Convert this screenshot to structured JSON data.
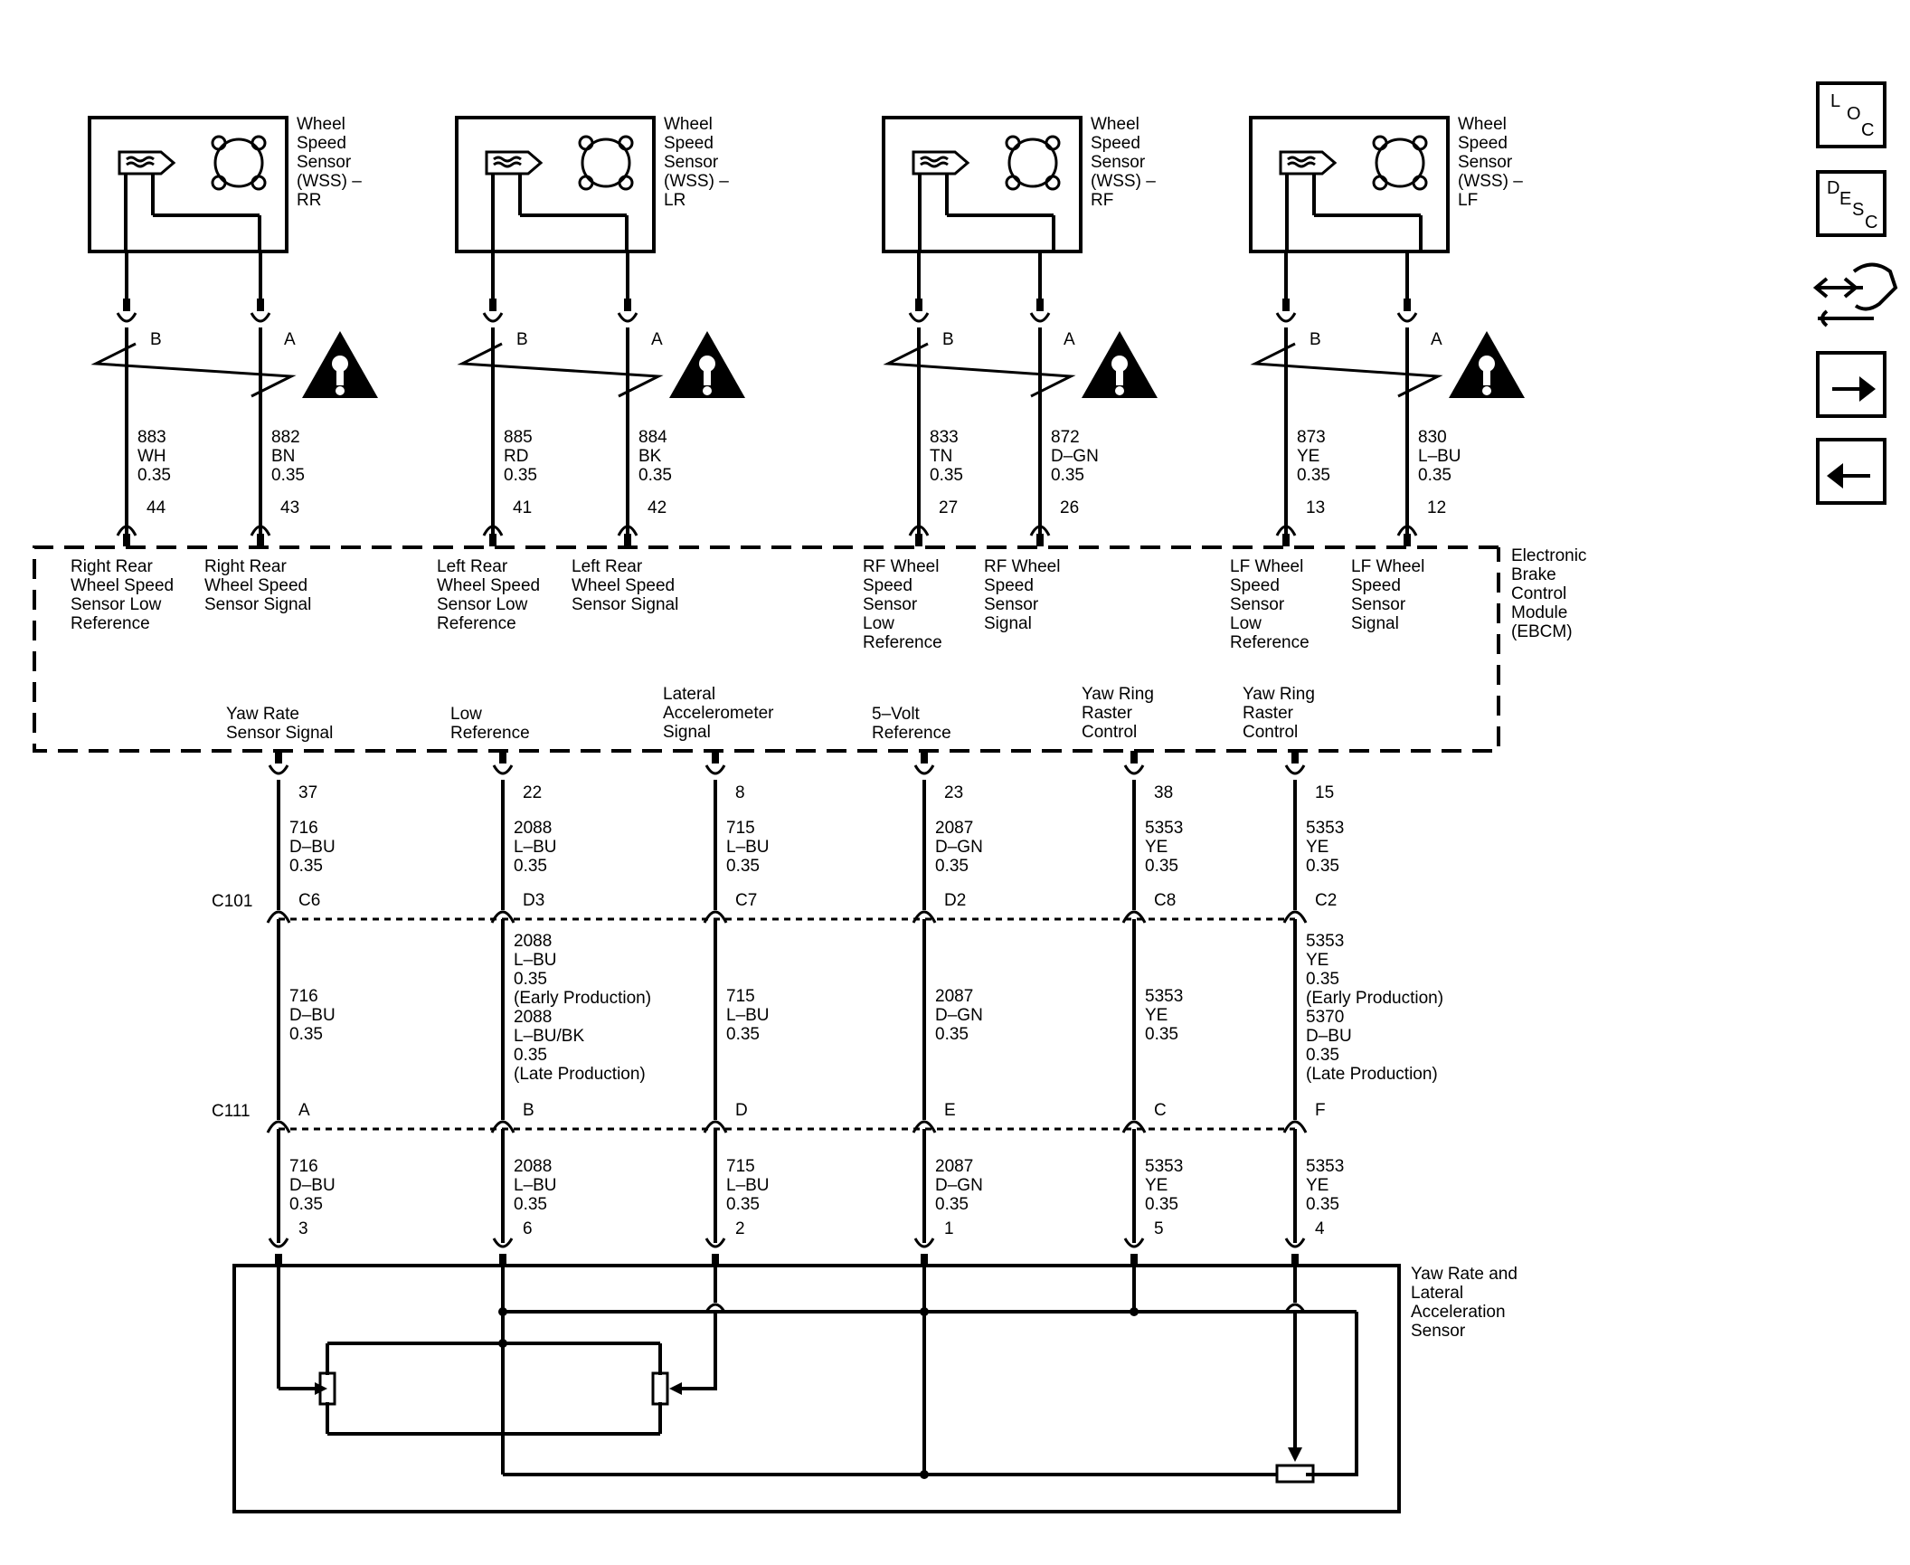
{
  "sensors": [
    {
      "name": [
        "Wheel",
        "Speed",
        "Sensor",
        "(WSS) –",
        "RR"
      ]
    },
    {
      "name": [
        "Wheel",
        "Speed",
        "Sensor",
        "(WSS) –",
        "LR"
      ]
    },
    {
      "name": [
        "Wheel",
        "Speed",
        "Sensor",
        "(WSS) –",
        "RF"
      ]
    },
    {
      "name": [
        "Wheel",
        "Speed",
        "Sensor",
        "(WSS) –",
        "LF"
      ]
    }
  ],
  "sensor_pins": {
    "low": "B",
    "signal": "A"
  },
  "wss_wires": [
    {
      "cav_top": "B",
      "circuit": "883",
      "color": "WH",
      "size": "0.35",
      "ebcm_pin": "44",
      "desc": [
        "Right Rear",
        "Wheel Speed",
        "Sensor Low",
        "Reference"
      ]
    },
    {
      "cav_top": "A",
      "circuit": "882",
      "color": "BN",
      "size": "0.35",
      "ebcm_pin": "43",
      "desc": [
        "Right Rear",
        "Wheel Speed",
        "Sensor Signal"
      ]
    },
    {
      "cav_top": "B",
      "circuit": "885",
      "color": "RD",
      "size": "0.35",
      "ebcm_pin": "41",
      "desc": [
        "Left Rear",
        "Wheel Speed",
        "Sensor Low",
        "Reference"
      ]
    },
    {
      "cav_top": "A",
      "circuit": "884",
      "color": "BK",
      "size": "0.35",
      "ebcm_pin": "42",
      "desc": [
        "Left Rear",
        "Wheel Speed",
        "Sensor Signal"
      ]
    },
    {
      "cav_top": "B",
      "circuit": "833",
      "color": "TN",
      "size": "0.35",
      "ebcm_pin": "27",
      "desc": [
        "RF Wheel",
        "Speed",
        "Sensor",
        "Low",
        "Reference"
      ]
    },
    {
      "cav_top": "A",
      "circuit": "872",
      "color": "D–GN",
      "size": "0.35",
      "ebcm_pin": "26",
      "desc": [
        "RF Wheel",
        "Speed",
        "Sensor",
        "Signal"
      ]
    },
    {
      "cav_top": "B",
      "circuit": "873",
      "color": "YE",
      "size": "0.35",
      "ebcm_pin": "13",
      "desc": [
        "LF Wheel",
        "Speed",
        "Sensor",
        "Low",
        "Reference"
      ]
    },
    {
      "cav_top": "A",
      "circuit": "830",
      "color": "L–BU",
      "size": "0.35",
      "ebcm_pin": "12",
      "desc": [
        "LF Wheel",
        "Speed",
        "Sensor",
        "Signal"
      ]
    }
  ],
  "ebcm": {
    "name": [
      "Electronic",
      "Brake",
      "Control",
      "Module",
      "(EBCM)"
    ]
  },
  "yaw_wires": [
    {
      "desc": [
        "Yaw Rate",
        "Sensor Signal"
      ],
      "ebcm_pin": "37",
      "seg1": [
        "716",
        "D–BU",
        "0.35"
      ],
      "c101": "C6",
      "seg2": [
        "716",
        "D–BU",
        "0.35"
      ],
      "c111": "A",
      "seg3": [
        "716",
        "D–BU",
        "0.35"
      ],
      "sensor_pin": "3"
    },
    {
      "desc": [
        "Low",
        "Reference"
      ],
      "ebcm_pin": "22",
      "seg1": [
        "2088",
        "L–BU",
        "0.35"
      ],
      "c101": "D3",
      "seg2": [
        "2088",
        "L–BU",
        "0.35",
        "(Early Production)",
        "2088",
        "L–BU/BK",
        "0.35",
        "(Late Production)"
      ],
      "c111": "B",
      "seg3": [
        "2088",
        "L–BU",
        "0.35"
      ],
      "sensor_pin": "6"
    },
    {
      "desc": [
        "Lateral",
        "Accelerometer",
        "Signal"
      ],
      "ebcm_pin": "8",
      "seg1": [
        "715",
        "L–BU",
        "0.35"
      ],
      "c101": "C7",
      "seg2": [
        "715",
        "L–BU",
        "0.35"
      ],
      "c111": "D",
      "seg3": [
        "715",
        "L–BU",
        "0.35"
      ],
      "sensor_pin": "2"
    },
    {
      "desc": [
        "5–Volt",
        "Reference"
      ],
      "ebcm_pin": "23",
      "seg1": [
        "2087",
        "D–GN",
        "0.35"
      ],
      "c101": "D2",
      "seg2": [
        "2087",
        "D–GN",
        "0.35"
      ],
      "c111": "E",
      "seg3": [
        "2087",
        "D–GN",
        "0.35"
      ],
      "sensor_pin": "1"
    },
    {
      "desc": [
        "Yaw Ring",
        "Raster",
        "Control"
      ],
      "ebcm_pin": "38",
      "seg1": [
        "5353",
        "YE",
        "0.35"
      ],
      "c101": "C8",
      "seg2": [
        "5353",
        "YE",
        "0.35"
      ],
      "c111": "C",
      "seg3": [
        "5353",
        "YE",
        "0.35"
      ],
      "sensor_pin": "5"
    },
    {
      "desc": [
        "Yaw Ring",
        "Raster",
        "Control"
      ],
      "ebcm_pin": "15",
      "seg1": [
        "5353",
        "YE",
        "0.35"
      ],
      "c101": "C2",
      "seg2": [
        "5353",
        "YE",
        "0.35",
        "(Early Production)",
        "5370",
        "D–BU",
        "0.35",
        "(Late Production)"
      ],
      "c111": "F",
      "seg3": [
        "5353",
        "YE",
        "0.35"
      ],
      "sensor_pin": "4"
    }
  ],
  "connectors": {
    "c101": "C101",
    "c111": "C111"
  },
  "yaw_sensor": {
    "name": [
      "Yaw Rate and",
      "Lateral",
      "Acceleration",
      "Sensor"
    ]
  },
  "toolbar": {
    "loc": {
      "main": "L",
      "sub1": "O",
      "sub2": "C"
    },
    "desc": {
      "main": "D",
      "sub1": "E",
      "sub2": "S",
      "sub3": "C"
    }
  }
}
